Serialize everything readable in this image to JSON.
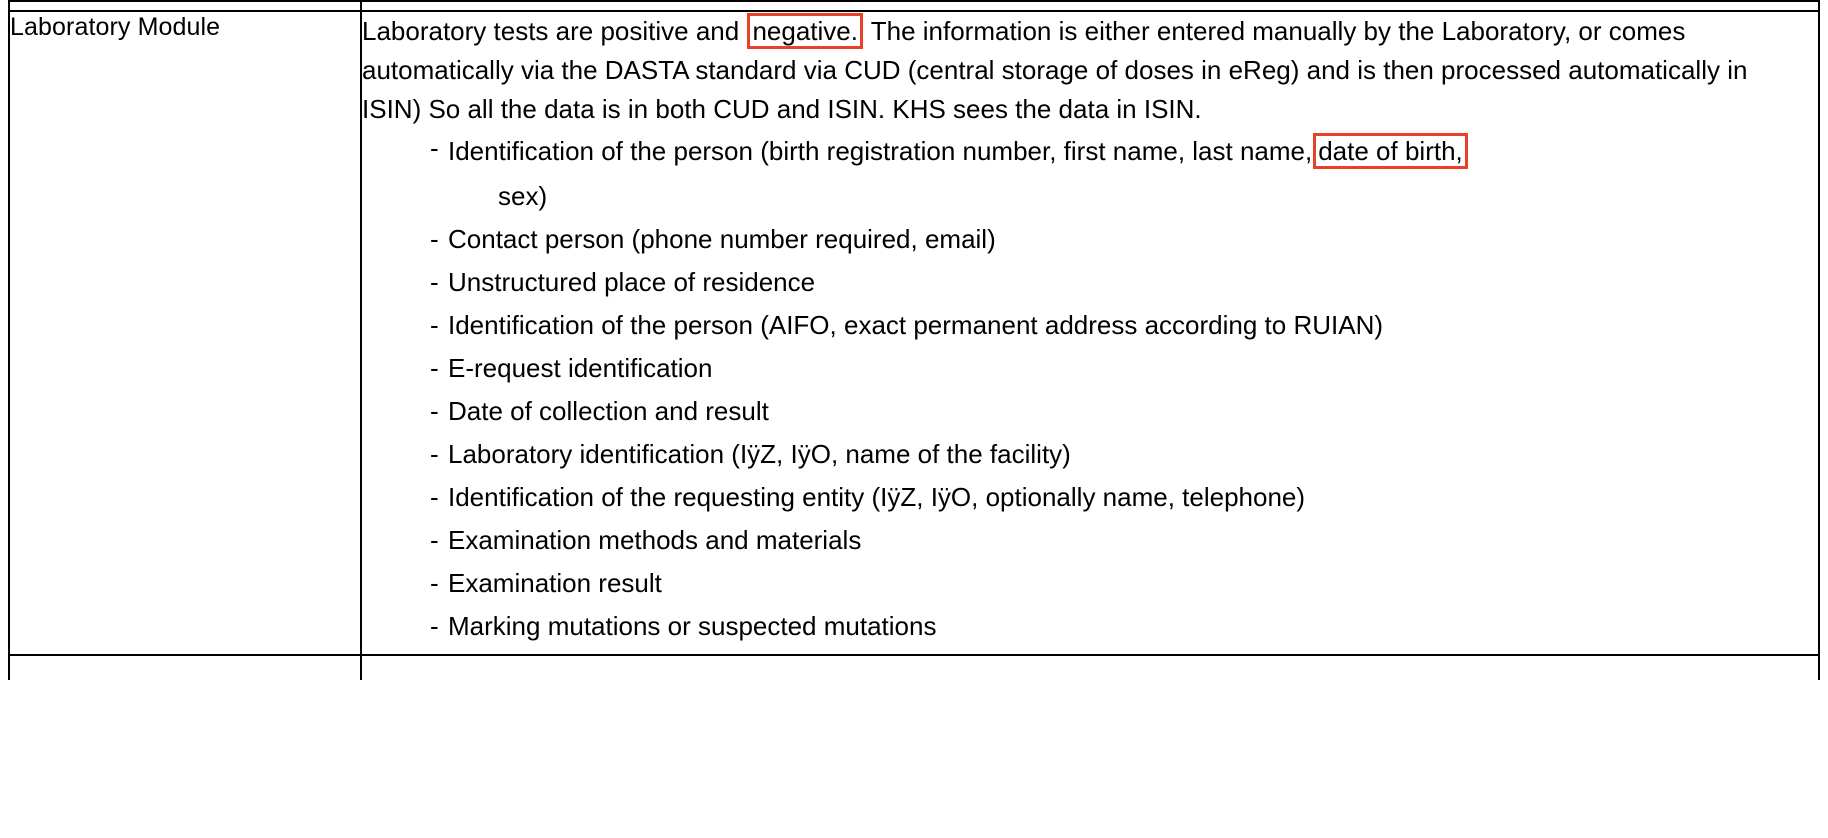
{
  "table": {
    "row": {
      "label": "Laboratory Module",
      "intro": {
        "part1": "Laboratory tests are positive and ",
        "highlight1": "negative.",
        "part2": " The information is either entered manually by the Laboratory, or comes automatically via the DASTA standard via CUD (central storage of doses in eReg) and is then processed automatically in ISIN) So all the data is in both CUD and ISIN. KHS sees the data in ISIN."
      },
      "bullets": [
        {
          "dash": "-",
          "text_before": "Identification of the person (birth registration number, first name, last name,",
          "highlight": "date of birth,",
          "continuation": "sex)"
        },
        {
          "dash": "-",
          "text": "Contact person (phone number required, email)"
        },
        {
          "dash": "-",
          "text": "Unstructured place of residence"
        },
        {
          "dash": "-",
          "text": "Identification of the person (AIFO, exact permanent address according to RUIAN)"
        },
        {
          "dash": "-",
          "text": "E-request identification"
        },
        {
          "dash": "-",
          "text": "Date of collection and result"
        },
        {
          "dash": "-",
          "text": "Laboratory identification (IÿZ, IÿO, name of the facility)"
        },
        {
          "dash": "-",
          "text": "Identification of the requesting entity (IÿZ, IÿO, optionally name, telephone)"
        },
        {
          "dash": "-",
          "text": "Examination methods and materials"
        },
        {
          "dash": "-",
          "text": "Examination result"
        },
        {
          "dash": "-",
          "text": "Marking mutations or suspected mutations"
        }
      ]
    }
  },
  "colors": {
    "highlight_border": "#e8412a",
    "table_border": "#000000",
    "text": "#000000",
    "background": "#ffffff"
  }
}
